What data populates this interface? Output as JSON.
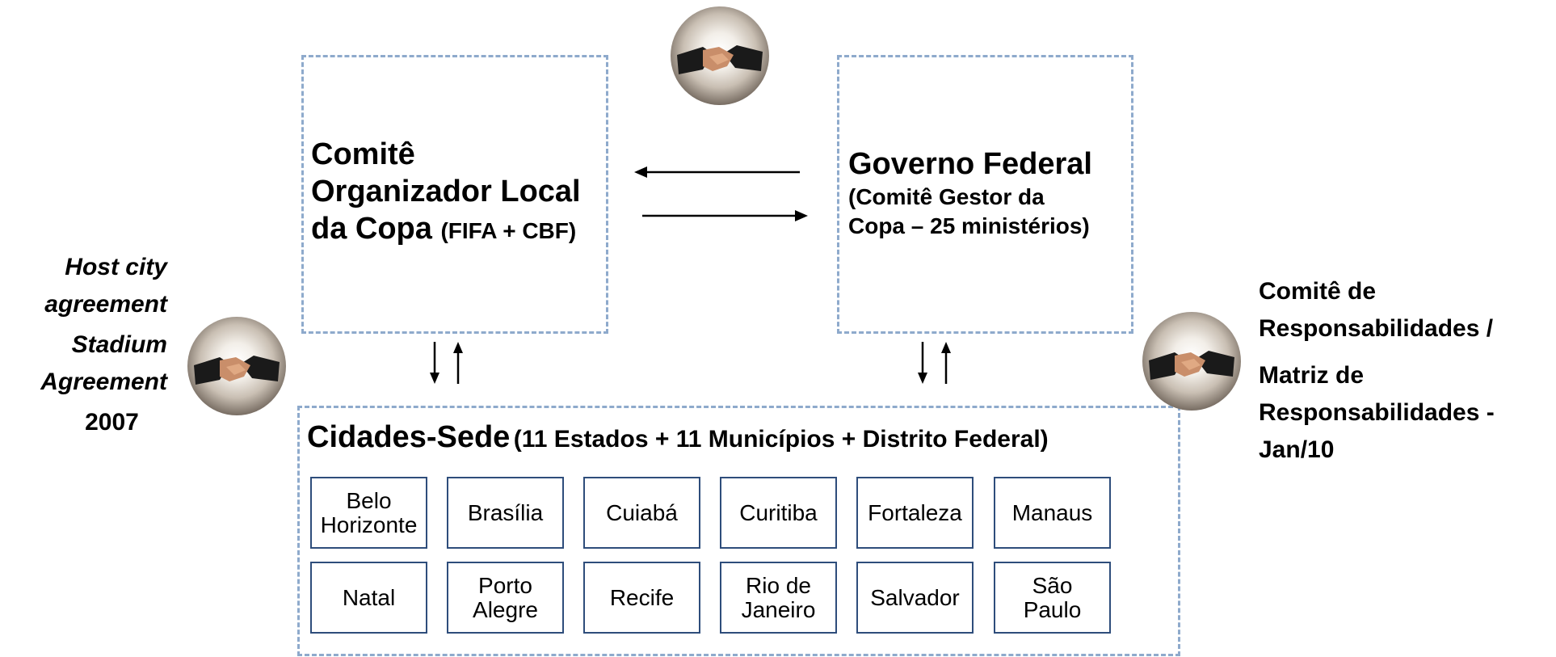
{
  "left_box": {
    "line1": "Comitê",
    "line2": "Organizador Local",
    "line3": "da Copa",
    "suffix": "(FIFA + CBF)"
  },
  "right_box": {
    "title": "Governo Federal",
    "sub1": "(Comitê Gestor da",
    "sub2": "Copa – 25 ministérios)"
  },
  "bottom_box": {
    "title": "Cidades-Sede",
    "suffix": "(11 Estados + 11 Municípios + Distrito Federal)",
    "cities": [
      [
        "Belo",
        "Horizonte"
      ],
      [
        "Brasília"
      ],
      [
        "Cuiabá"
      ],
      [
        "Curitiba"
      ],
      [
        "Fortaleza"
      ],
      [
        "Manaus"
      ],
      [
        "Natal"
      ],
      [
        "Porto",
        "Alegre"
      ],
      [
        "Recife"
      ],
      [
        "Rio de",
        "Janeiro"
      ],
      [
        "Salvador"
      ],
      [
        "São",
        "Paulo"
      ]
    ]
  },
  "left_notes": {
    "line1": "Host city",
    "line2": "agreement",
    "line3": "Stadium",
    "line4": "Agreement",
    "line5": "2007"
  },
  "right_notes": {
    "line1": "Comitê de",
    "line2": "Responsabilidades /",
    "line3": "Matriz de",
    "line4": "Responsabilidades -",
    "line5": "Jan/10"
  },
  "icons": [
    "handshake-icon",
    "handshake-icon",
    "handshake-icon"
  ]
}
